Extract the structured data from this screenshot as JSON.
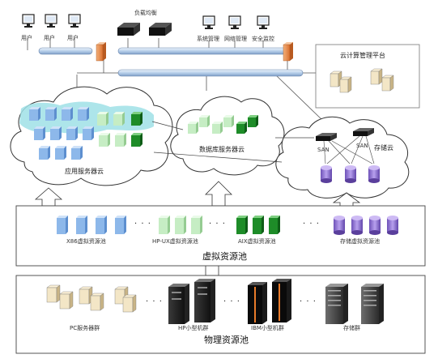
{
  "top": {
    "users": [
      "用户",
      "用户",
      "用户"
    ],
    "load_balance": "负载均衡",
    "ops": [
      "系统管理",
      "网络管理",
      "安全监控"
    ]
  },
  "cloud_platform": {
    "title": "云计算管理平台"
  },
  "clouds": {
    "app": "应用服务器云",
    "db": "数据库服务器云",
    "storage": "存储云",
    "san_labels": [
      "SAN",
      "SAN"
    ]
  },
  "virtual_pool": {
    "title": "虚拟资源池",
    "pools": [
      "X86虚拟资源池",
      "HP-UX虚拟资源池",
      "AIX虚拟资源池",
      "存储虚拟资源池"
    ],
    "ellipsis": "·  ·  ·"
  },
  "physical_pool": {
    "title": "物理资源池",
    "groups": [
      "PC服务器群",
      "HP小型机群",
      "IBM小型机群",
      "存储群"
    ],
    "ellipsis": "·  ·  ·"
  },
  "colors": {
    "x86": "#8db8ea",
    "hpux": "#c6edc4",
    "aix": "#1e8c28",
    "storage": "#8a6ccc",
    "haze": "#9fe0e6",
    "firewall": "#e88b4d",
    "bus": "#c7dbf2"
  }
}
